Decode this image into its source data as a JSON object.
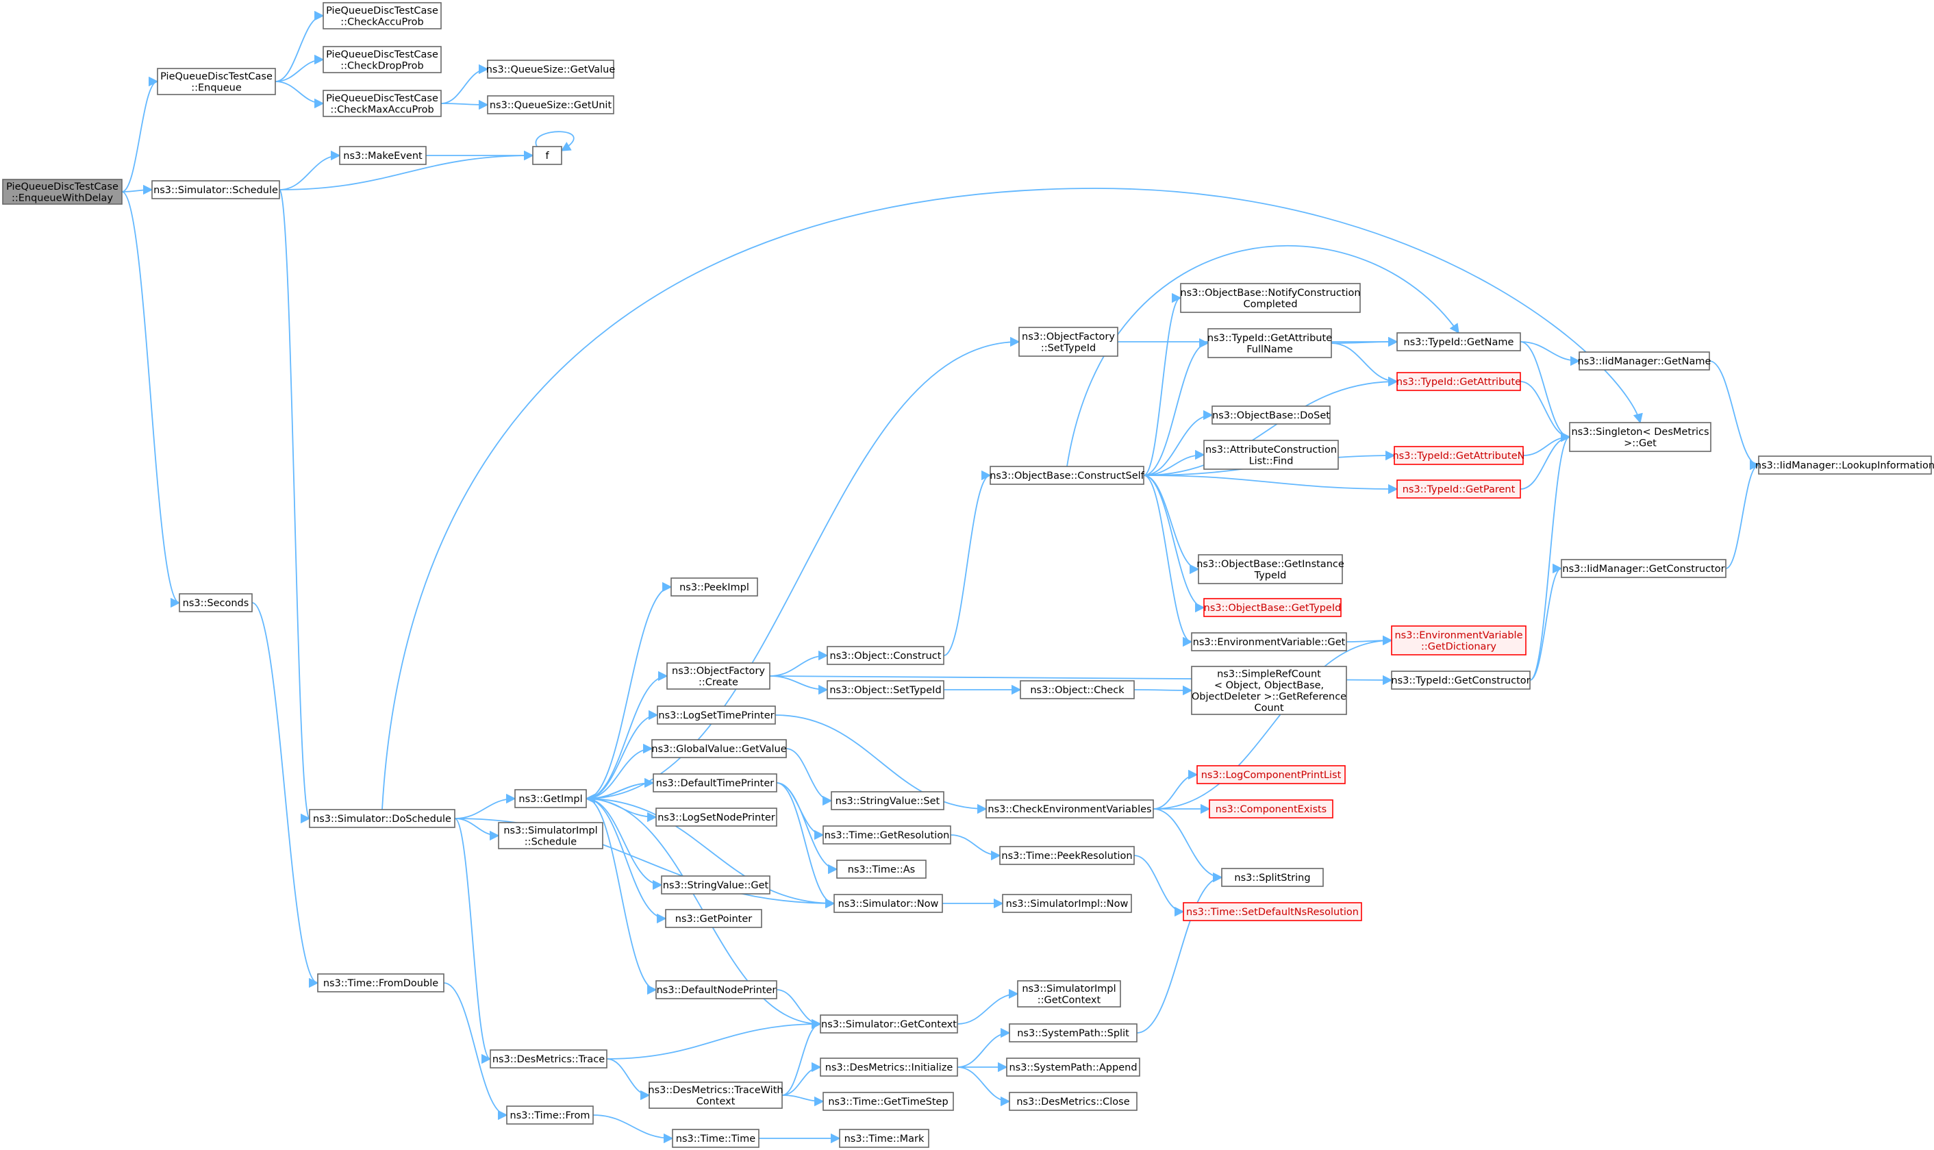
{
  "colors": {
    "edge": "#63b8ff",
    "node_border": "#666666",
    "root_fill": "#999999",
    "truncated_border": "#ff0000",
    "truncated_text": "#cc0000"
  },
  "nodes": {
    "enqueue_with_delay": [
      "PieQueueDiscTestCase",
      "::EnqueueWithDelay"
    ],
    "enqueue": [
      "PieQueueDiscTestCase",
      "::Enqueue"
    ],
    "check_accu_prob": [
      "PieQueueDiscTestCase",
      "::CheckAccuProb"
    ],
    "check_drop_prob": [
      "PieQueueDiscTestCase",
      "::CheckDropProb"
    ],
    "check_max_accu_prob": [
      "PieQueueDiscTestCase",
      "::CheckMaxAccuProb"
    ],
    "queuesize_getvalue": [
      "ns3::QueueSize::GetValue"
    ],
    "queuesize_getunit": [
      "ns3::QueueSize::GetUnit"
    ],
    "make_event": [
      "ns3::MakeEvent"
    ],
    "f": [
      "f"
    ],
    "simulator_schedule": [
      "ns3::Simulator::Schedule"
    ],
    "seconds": [
      "ns3::Seconds"
    ],
    "time_fromdouble": [
      "ns3::Time::FromDouble"
    ],
    "time_from": [
      "ns3::Time::From"
    ],
    "time_time": [
      "ns3::Time::Time"
    ],
    "time_mark": [
      "ns3::Time::Mark"
    ],
    "simulator_doschedule": [
      "ns3::Simulator::DoSchedule"
    ],
    "getimpl": [
      "ns3::GetImpl"
    ],
    "simulatorimpl_schedule": [
      "ns3::SimulatorImpl",
      "::Schedule"
    ],
    "desmetrics_trace": [
      "ns3::DesMetrics::Trace"
    ],
    "desmetrics_tracewithcontext": [
      "ns3::DesMetrics::TraceWith",
      "Context"
    ],
    "peekimpl": [
      "ns3::PeekImpl"
    ],
    "objectfactory_create": [
      "ns3::ObjectFactory",
      "::Create"
    ],
    "logsettimeprinter": [
      "ns3::LogSetTimePrinter"
    ],
    "globalvalue_getvalue": [
      "ns3::GlobalValue::GetValue"
    ],
    "defaulttimeprinter": [
      "ns3::DefaultTimePrinter"
    ],
    "logsetnodeprinter": [
      "ns3::LogSetNodePrinter"
    ],
    "stringvalue_get": [
      "ns3::StringValue::Get"
    ],
    "getpointer": [
      "ns3::GetPointer"
    ],
    "defaultnodeprinter": [
      "ns3::DefaultNodePrinter"
    ],
    "object_construct": [
      "ns3::Object::Construct"
    ],
    "object_settypeid": [
      "ns3::Object::SetTypeId"
    ],
    "object_check": [
      "ns3::Object::Check"
    ],
    "stringvalue_set": [
      "ns3::StringValue::Set"
    ],
    "time_getresolution": [
      "ns3::Time::GetResolution"
    ],
    "time_as": [
      "ns3::Time::As"
    ],
    "simulator_now": [
      "ns3::Simulator::Now"
    ],
    "simulatorimpl_now": [
      "ns3::SimulatorImpl::Now"
    ],
    "simulator_getcontext": [
      "ns3::Simulator::GetContext"
    ],
    "simulatorimpl_getcontext": [
      "ns3::SimulatorImpl",
      "::GetContext"
    ],
    "desmetrics_initialize": [
      "ns3::DesMetrics::Initialize"
    ],
    "time_gettimestep": [
      "ns3::Time::GetTimeStep"
    ],
    "systempath_split": [
      "ns3::SystemPath::Split"
    ],
    "systempath_append": [
      "ns3::SystemPath::Append"
    ],
    "desmetrics_close": [
      "ns3::DesMetrics::Close"
    ],
    "objectfactory_settypeid": [
      "ns3::ObjectFactory",
      "::SetTypeId"
    ],
    "objectbase_constructself": [
      "ns3::ObjectBase::ConstructSelf"
    ],
    "objectbase_notifyconstructioncompleted": [
      "ns3::ObjectBase::NotifyConstruction",
      "Completed"
    ],
    "typeid_getattributefullname": [
      "ns3::TypeId::GetAttribute",
      "FullName"
    ],
    "objectbase_doset": [
      "ns3::ObjectBase::DoSet"
    ],
    "attributeconstructionlist_find": [
      "ns3::AttributeConstruction",
      "List::Find"
    ],
    "objectbase_getinstancetypeid": [
      "ns3::ObjectBase::GetInstance",
      "TypeId"
    ],
    "objectbase_gettypeid": [
      "ns3::ObjectBase::GetTypeId"
    ],
    "environmentvariable_get": [
      "ns3::EnvironmentVariable::Get"
    ],
    "simplerefcount_getreferencecount": [
      "ns3::SimpleRefCount",
      "< Object, ObjectBase,",
      "ObjectDeleter >::GetReference",
      "Count"
    ],
    "checkenvironmentvariables": [
      "ns3::CheckEnvironmentVariables"
    ],
    "logcomponentprintlist": [
      "ns3::LogComponentPrintList"
    ],
    "componentexists": [
      "ns3::ComponentExists"
    ],
    "time_peekresolution": [
      "ns3::Time::PeekResolution"
    ],
    "splitstring": [
      "ns3::SplitString"
    ],
    "time_setdefaultnsresolution": [
      "ns3::Time::SetDefaultNsResolution"
    ],
    "typeid_getname": [
      "ns3::TypeId::GetName"
    ],
    "typeid_getattribute": [
      "ns3::TypeId::GetAttribute"
    ],
    "typeid_getattributen": [
      "ns3::TypeId::GetAttributeN"
    ],
    "typeid_getparent": [
      "ns3::TypeId::GetParent"
    ],
    "environmentvariable_getdictionary": [
      "ns3::EnvironmentVariable",
      "::GetDictionary"
    ],
    "typeid_getconstructor": [
      "ns3::TypeId::GetConstructor"
    ],
    "singleton_desmetrics_get": [
      "ns3::Singleton< DesMetrics",
      ">::Get"
    ],
    "iidmanager_getname": [
      "ns3::IidManager::GetName"
    ],
    "iidmanager_getconstructor": [
      "ns3::IidManager::GetConstructor"
    ],
    "iidmanager_lookupinformation": [
      "ns3::IidManager::LookupInformation"
    ]
  }
}
